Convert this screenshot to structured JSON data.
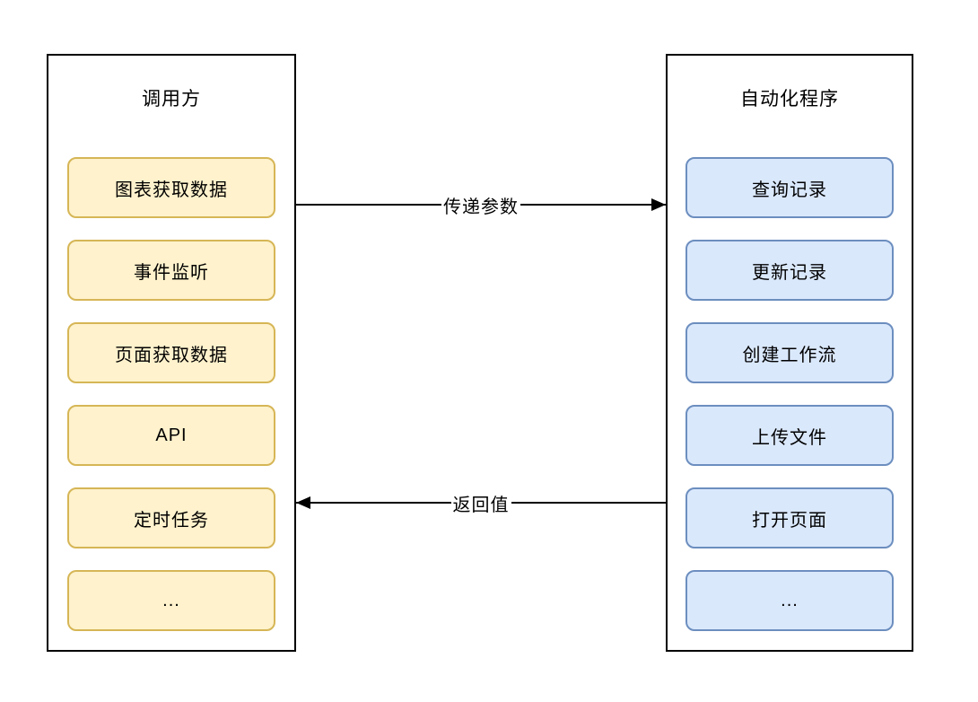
{
  "caller": {
    "title": "调用方",
    "items": [
      "图表获取数据",
      "事件监听",
      "页面获取数据",
      "API",
      "定时任务",
      "..."
    ]
  },
  "automation": {
    "title": "自动化程序",
    "items": [
      "查询记录",
      "更新记录",
      "创建工作流",
      "上传文件",
      "打开页面",
      "..."
    ]
  },
  "arrows": {
    "forward": {
      "label": "传递参数",
      "direction": "right"
    },
    "backward": {
      "label": "返回值",
      "direction": "left"
    }
  },
  "colors": {
    "caller_box_fill": "#FFF2CC",
    "caller_box_border": "#D6B656",
    "automation_box_fill": "#DAE8FC",
    "automation_box_border": "#6C8EBF",
    "panel_border": "#000000",
    "arrow_line": "#000000",
    "background": "#FFFFFF"
  }
}
